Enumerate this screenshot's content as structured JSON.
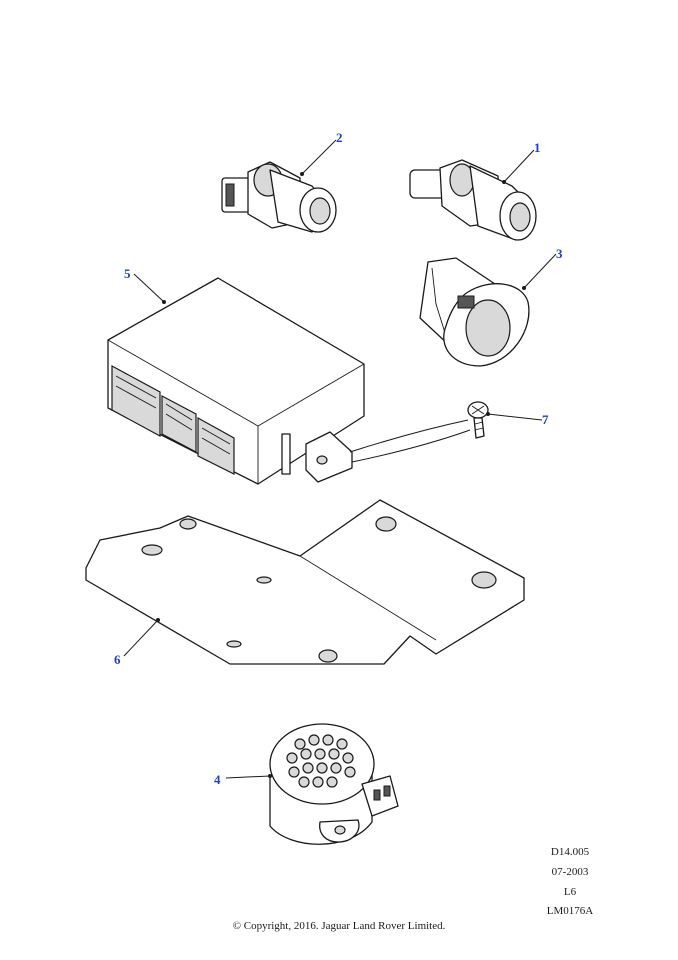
{
  "callouts": {
    "c1": "1",
    "c2": "2",
    "c3": "3",
    "c4": "4",
    "c5": "5",
    "c6": "6",
    "c7": "7"
  },
  "meta": {
    "ref": "D14.005",
    "date": "07-2003",
    "code": "L6",
    "image_id": "LM0176A"
  },
  "copyright": "© Copyright, 2016. Jaguar Land Rover Limited.",
  "colors": {
    "callout": "#1f3fbf",
    "line": "#1a1a1a"
  }
}
